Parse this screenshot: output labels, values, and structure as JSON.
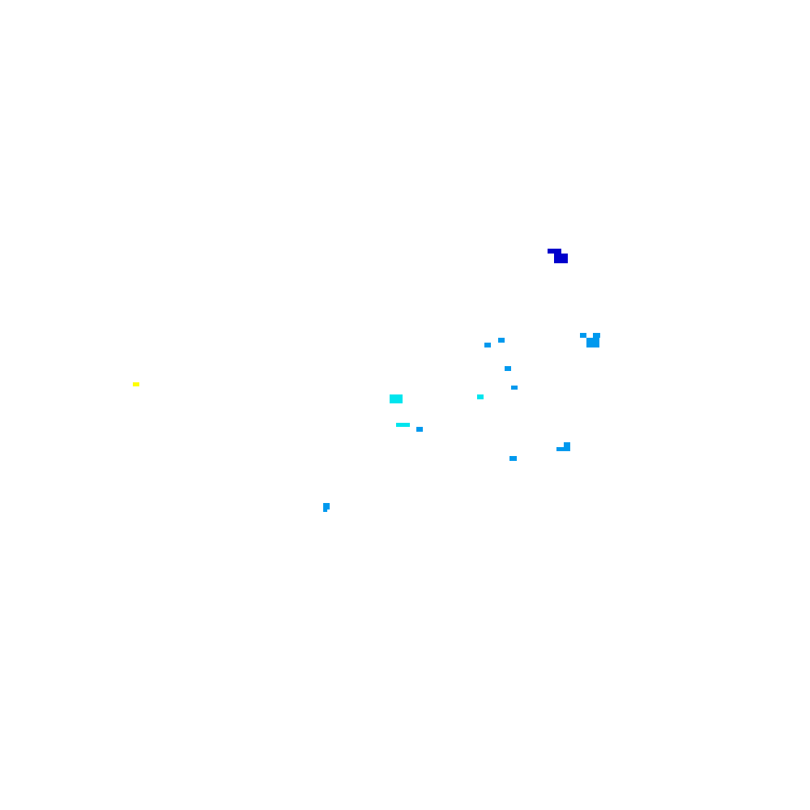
{
  "background": "#ffffff",
  "colors": {
    "yellow": "#ffff00",
    "cyan": "#00e5ee",
    "light_blue": "#0099ee",
    "dark_blue": "#0000cc"
  },
  "marks": [
    {
      "id": "dark-blue-cluster",
      "color": "#0000cc"
    },
    {
      "id": "blue-cluster-right",
      "color": "#0099ee"
    },
    {
      "id": "blue-dot-1",
      "color": "#0099ee"
    },
    {
      "id": "blue-dot-2",
      "color": "#0099ee"
    },
    {
      "id": "blue-dot-3",
      "color": "#0099ee"
    },
    {
      "id": "blue-dot-4",
      "color": "#0099ee"
    },
    {
      "id": "cyan-dot-small",
      "color": "#00e5ee"
    },
    {
      "id": "cyan-square",
      "color": "#00e5ee"
    },
    {
      "id": "cyan-bar",
      "color": "#00e5ee"
    },
    {
      "id": "blue-dot-5",
      "color": "#0099ee"
    },
    {
      "id": "blue-cluster-lower",
      "color": "#0099ee"
    },
    {
      "id": "blue-dot-6",
      "color": "#0099ee"
    },
    {
      "id": "blue-dot-7",
      "color": "#0099ee"
    },
    {
      "id": "yellow-dot",
      "color": "#ffff00"
    }
  ]
}
